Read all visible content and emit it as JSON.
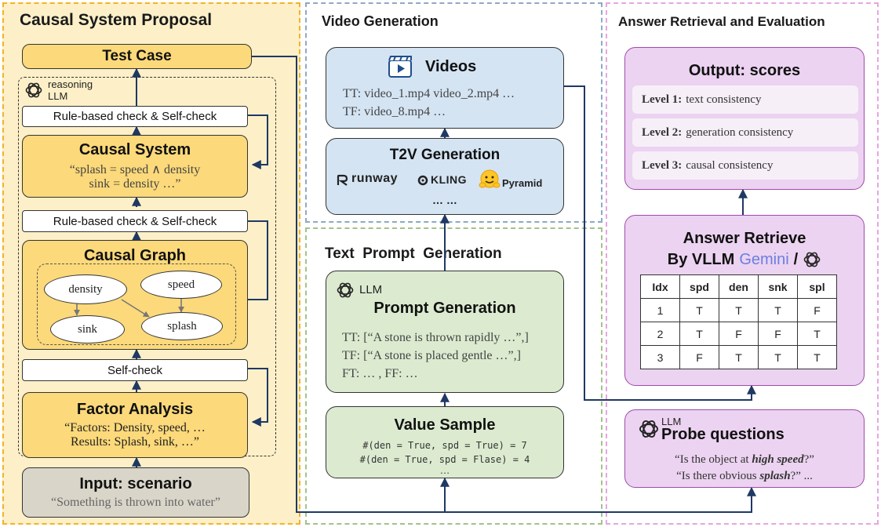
{
  "colors": {
    "left_panel": "#fdf0c8",
    "left_border": "#f0b429",
    "yellow_box": "#fcd97a",
    "grey_box": "#d9d5c9",
    "blue_box": "#d4e4f3",
    "green_box": "#dcebd0",
    "purple_box": "#ecd3f1",
    "purple_border": "#cc88cc"
  },
  "left": {
    "title": "Causal System Proposal",
    "test_case": "Test Case",
    "reasoning_llm": [
      "reasoning",
      "LLM"
    ],
    "check1": "Rule-based check & Self-check",
    "causal_system": {
      "title": "Causal System",
      "line1": "“splash = speed ∧ density",
      "line2": "sink = density …”"
    },
    "check2": "Rule-based check & Self-check",
    "causal_graph": {
      "title": "Causal Graph",
      "nodes": [
        "density",
        "speed",
        "sink",
        "splash"
      ]
    },
    "self_check": "Self-check",
    "factor": {
      "title": "Factor Analysis",
      "line1": "“Factors: Density, speed, …",
      "line2": "Results: Splash, sink, …”"
    },
    "input": {
      "title": "Input: scenario",
      "text": "“Something is thrown into water”"
    }
  },
  "middle": {
    "video_title": "Video Generation",
    "videos": {
      "title": "Videos",
      "line1": "TT: video_1.mp4 video_2.mp4 …",
      "line2": "TF: video_8.mp4 …"
    },
    "t2v": {
      "title": "T2V Generation",
      "runway": "runway",
      "kling": "KLING",
      "pyramid": "Pyramid",
      "dots": "… …"
    },
    "text_title": "Text  Prompt  Generation",
    "prompt": {
      "llm": "LLM",
      "title": "Prompt Generation",
      "line1": "TT: [“A stone is thrown rapidly …”,]",
      "line2": "TF: [“A stone is placed gentle …”,]",
      "line3": "FT: … , FF: …"
    },
    "value": {
      "title": "Value Sample",
      "line1": "#(den = True, spd = True) = 7",
      "line2": "#(den = True, spd = Flase) = 4",
      "line3": "…"
    }
  },
  "right": {
    "title": "Answer Retrieval and Evaluation",
    "output": {
      "title": "Output: scores",
      "levels": [
        {
          "label": "Level 1:",
          "text": "text consistency"
        },
        {
          "label": "Level 2:",
          "text": "generation consistency"
        },
        {
          "label": "Level 3:",
          "text": "causal consistency"
        }
      ]
    },
    "retrieve": {
      "title": "Answer Retrieve",
      "by": "By VLLM",
      "gemini": "Gemini",
      "slash": "/",
      "table": {
        "header": [
          "Idx",
          "spd",
          "den",
          "snk",
          "spl"
        ],
        "rows": [
          [
            "1",
            "T",
            "T",
            "T",
            "F"
          ],
          [
            "2",
            "T",
            "F",
            "F",
            "T"
          ],
          [
            "3",
            "F",
            "T",
            "T",
            "T"
          ]
        ]
      }
    },
    "probe": {
      "llm": "LLM",
      "title": "Probe questions",
      "q1_pre": "“Is the object at ",
      "q1_em": "high speed",
      "q1_post": "?”",
      "q2_pre": "“Is there obvious ",
      "q2_em": "splash",
      "q2_post": "?” ..."
    }
  }
}
